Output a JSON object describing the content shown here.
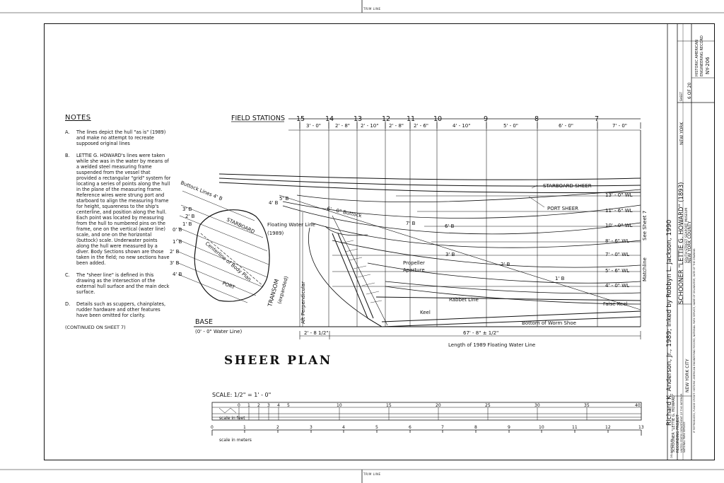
{
  "trim_top": "TRIM LINE",
  "trim_bottom": "TRIM LINE",
  "notes": {
    "title": "NOTES",
    "items": [
      {
        "mark": "A.",
        "text": "The lines depict the hull \"as is\" (1989) and make no attempt to recreate supposed original lines"
      },
      {
        "mark": "B.",
        "text": "LETTIE G. HOWARD's lines were taken while she was in the water by means of a welded steel measuring frame suspended from the vessel that provided a rectangular \"grid\" system for locating a series of points along the hull in the plane of the measuring frame. Reference wires were strung port and starboard to align the measuring frame for height, squareness to the ship's centerline, and position along the hull. Each point was located by measuring from the hull to numbered pins on the frame, one on the vertical (water line) scale, and one on the horizontal (buttock) scale. Underwater points along the hull were measured by a diver. Body Sections shown are those taken in the field; no new sections have been added."
      },
      {
        "mark": "C.",
        "text": "The \"sheer line\" is defined in this drawing as the intersection of the external hull surface and the main deck surface."
      },
      {
        "mark": "D.",
        "text": "Details such as scuppers, chainplates, rudder hardware and other features have been omitted for clarity."
      }
    ],
    "continued": "(CONTINUED ON SHEET 7)"
  },
  "drawing": {
    "field_stations_label": "FIELD STATIONS",
    "stations": [
      "15",
      "14",
      "13",
      "12",
      "11",
      "10",
      "9",
      "8",
      "7"
    ],
    "spacings": [
      "3' - 0\"",
      "2' - 8\"",
      "2' - 10\"",
      "2' - 8\"",
      "2' - 6\"",
      "4' - 10\"",
      "5' - 0\"",
      "6' - 0\"",
      "7' - 0\""
    ],
    "waterlines": [
      "13' - 0\" WL",
      "11' - 6\" WL",
      "10' - 0\" WL",
      "8' - 6\" WL",
      "7' - 0\" WL",
      "5' - 6\" WL",
      "4' - 0\" WL"
    ],
    "starboard_sheer": "STARBOARD SHEER",
    "port_sheer": "PORT SHEER",
    "matchline": "Matchline",
    "see_sheet": "See Sheet 7",
    "floating_water_line": "Floating Water Line",
    "floating_year": "(1989)",
    "buttock_lines": "Buttock Lines 4' B",
    "buttock_marks": [
      "3' B",
      "2' B",
      "1' B",
      "0' B",
      "1' B",
      "2' B",
      "3' B",
      "4' B"
    ],
    "starboard": "STARBOARD",
    "port": "PORT",
    "centerline": "Centerline of Body Plan",
    "transom": "TRANSOM",
    "transom_note": "(expanded)",
    "buttock_6": "6' - 0\" Buttock",
    "b_5": "5' B",
    "b_4": "4' B",
    "b_7": "7' B",
    "b_6": "6' B",
    "b_3": "3' B",
    "b_2": "2' B",
    "b_1": "1' B",
    "propeller": "Propeller",
    "aperture": "Aperture",
    "aft_perpendicular": "Aft Perpendicular",
    "rabbet": "Rabbet Line",
    "keel": "Keel",
    "false_keel": "False Keel",
    "worm_shoe": "Bottom of Worm Shoe",
    "base": "BASE",
    "base_note": "(0' - 0\" Water Line)",
    "dim_aft": "2' - 8 1/2\"",
    "dim_length": "67' - 8\" ± 1/2\"",
    "length_label": "Length of 1989 Floating Water Line"
  },
  "plan_title": "SHEER PLAN",
  "scale": {
    "label": "SCALE:  1/2\" = 1' - 0\"",
    "feet_label": "scale in feet",
    "meters_label": "scale in meters",
    "feet_ticks": [
      "0",
      "1",
      "2",
      "3",
      "4",
      "5",
      "10",
      "15",
      "20",
      "25",
      "30",
      "35",
      "40"
    ],
    "meter_ticks": [
      "0",
      "1",
      "2",
      "3",
      "4",
      "5",
      "6",
      "7",
      "8",
      "9",
      "10",
      "11",
      "12",
      "13"
    ]
  },
  "title_block": {
    "delineator": "Richard K. Anderson, Jr., 1989; inked by Robbyn L. Jackson, 1990",
    "drawn_by_small": "DELINEATED BY",
    "sponsor_1": "SCHOONER \"LETTIE G. HOWARD\"",
    "sponsor_2": "RECORDING PROJECT",
    "sponsor_3": "UNITED STATES DEPARTMENT OF THE INTERIOR",
    "sponsor_4": "NATIONAL PARK SERVICE",
    "name": "SCHOONER \"LETTIE G. HOWARD\" (1893)",
    "location_1": "SOUTH STREET SEAPORT MUSEUM",
    "location_2": "NEW YORK COUNTY",
    "city": "NEW YORK CITY",
    "state": "NEW YORK",
    "sheet_label": "SHEET",
    "sheet_num": "6 OF 20",
    "agency_1": "HISTORIC AMERICAN",
    "agency_2": "ENGINEERING RECORD",
    "record_num": "NY-206",
    "credit": "IF REPRODUCED, PLEASE CREDIT: HISTORIC AMERICAN ENGINEERING RECORD, NATIONAL PARK SERVICE, NAME OF DELINEATOR, DATE OF THE DRAWING"
  }
}
